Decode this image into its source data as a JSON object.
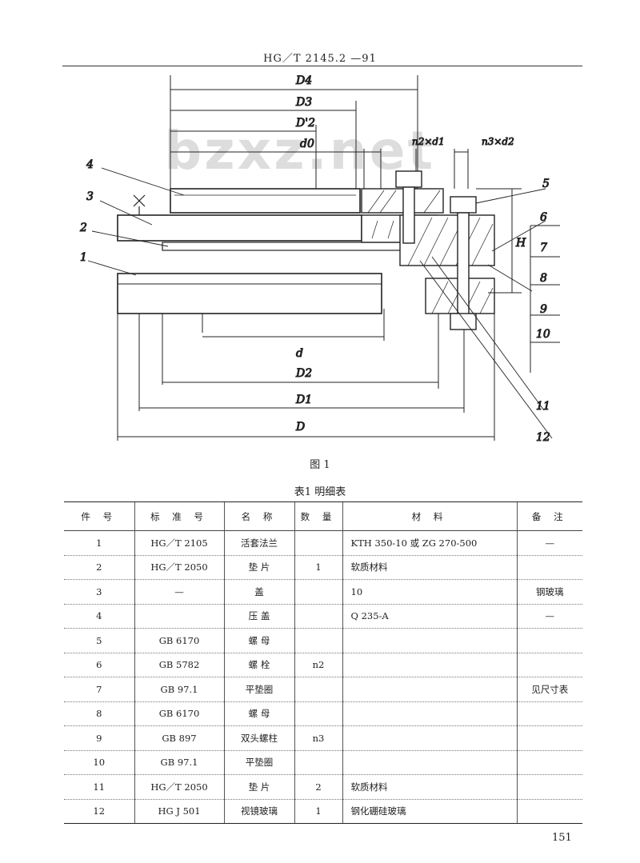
{
  "header": {
    "standard": "HG／T 2145.2 —91"
  },
  "watermark": "bzxz.net",
  "drawing": {
    "dims": {
      "D4": "D4",
      "D3": "D3",
      "D2p": "D'2",
      "d0": "d0",
      "n2d1": "n2×d1",
      "n3d2": "n3×d2",
      "d": "d",
      "D2": "D2",
      "D1": "D1",
      "D": "D",
      "H": "H"
    },
    "part_numbers": [
      "1",
      "2",
      "3",
      "4",
      "5",
      "6",
      "7",
      "8",
      "9",
      "10",
      "11",
      "12"
    ]
  },
  "figure_caption": "图 1",
  "table_caption": "表1 明细表",
  "table": {
    "headers": [
      "件 号",
      "标 准 号",
      "名 称",
      "数 量",
      "材 料",
      "备 注"
    ],
    "rows": [
      {
        "no": "1",
        "std": "HG／T 2105",
        "name": "活套法兰",
        "qty": "",
        "material": "KTH 350-10 或 ZG 270-500",
        "note": "—"
      },
      {
        "no": "2",
        "std": "HG／T 2050",
        "name": "垫 片",
        "qty": "1",
        "material": "软质材料",
        "note": ""
      },
      {
        "no": "3",
        "std": "—",
        "name": "盖",
        "qty": "",
        "material": "10",
        "note": "钢玻璃"
      },
      {
        "no": "4",
        "std": "",
        "name": "压 盖",
        "qty": "",
        "material": "Q 235-A",
        "note": "—"
      },
      {
        "no": "5",
        "std": "GB 6170",
        "name": "螺 母",
        "qty": "",
        "material": "",
        "note": ""
      },
      {
        "no": "6",
        "std": "GB 5782",
        "name": "螺 栓",
        "qty": "n2",
        "material": "",
        "note": ""
      },
      {
        "no": "7",
        "std": "GB 97.1",
        "name": "平垫圈",
        "qty": "",
        "material": "",
        "note": "见尺寸表"
      },
      {
        "no": "8",
        "std": "GB 6170",
        "name": "螺 母",
        "qty": "",
        "material": "",
        "note": ""
      },
      {
        "no": "9",
        "std": "GB 897",
        "name": "双头螺柱",
        "qty": "n3",
        "material": "",
        "note": ""
      },
      {
        "no": "10",
        "std": "GB 97.1",
        "name": "平垫圈",
        "qty": "",
        "material": "",
        "note": ""
      },
      {
        "no": "11",
        "std": "HG／T 2050",
        "name": "垫 片",
        "qty": "2",
        "material": "软质材料",
        "note": ""
      },
      {
        "no": "12",
        "std": "HG J 501",
        "name": "视镜玻璃",
        "qty": "1",
        "material": "钢化硼硅玻璃",
        "note": ""
      }
    ]
  },
  "page_number": "151"
}
